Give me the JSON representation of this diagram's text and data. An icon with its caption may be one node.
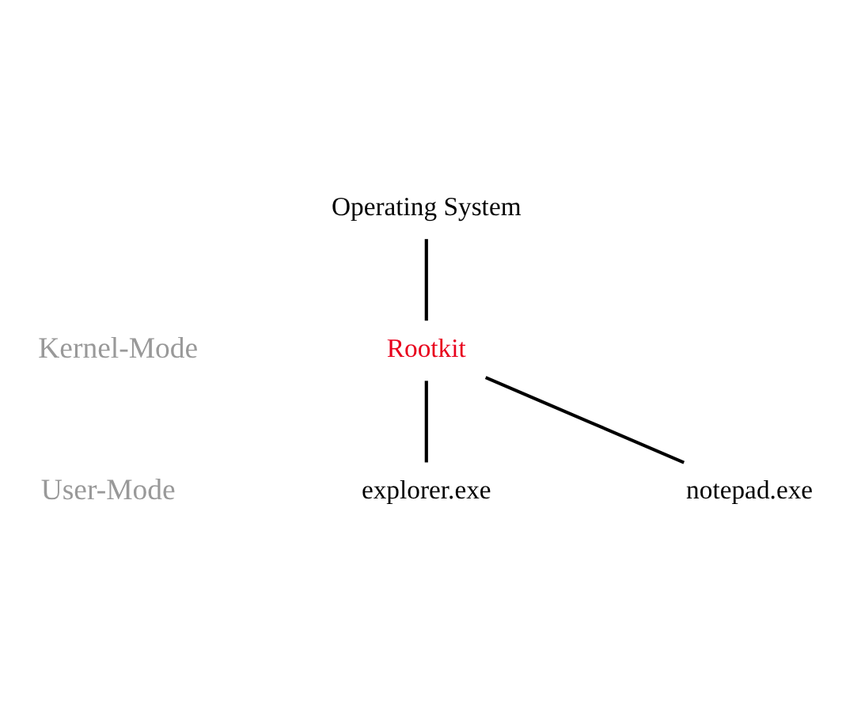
{
  "diagram": {
    "nodes": [
      {
        "text": [
          "Operating System"
        ]
      },
      {
        "text": [
          "Rootkit"
        ]
      },
      {
        "text": [
          "explorer.exe"
        ]
      },
      {
        "text": [
          "notepad.exe"
        ]
      }
    ],
    "edges": [
      {
        "from": 0,
        "to": 1,
        "arrow": "none"
      },
      {
        "from": 1,
        "to": 2,
        "arrow": "none"
      },
      {
        "from": 1,
        "to": 3,
        "arrow": "none"
      }
    ],
    "labels": [
      "Kernel-Mode",
      "User-Mode"
    ]
  }
}
